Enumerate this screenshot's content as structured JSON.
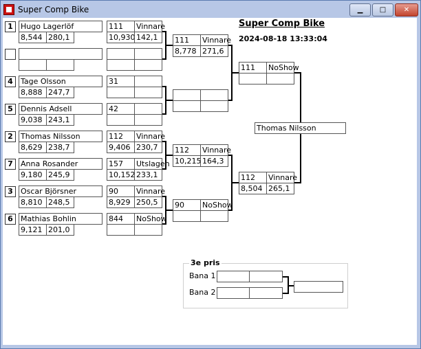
{
  "window": {
    "title": "Super Comp Bike",
    "min_glyph": "▁",
    "max_glyph": "□",
    "close_glyph": "✕"
  },
  "header": {
    "title": "Super Comp Bike",
    "timestamp": "2024-08-18 13:33:04"
  },
  "round1": [
    {
      "seed": "1",
      "name": "Hugo  Lagerlöf",
      "time": "8,544",
      "speed": "280,1"
    },
    {
      "seed": "",
      "name": "",
      "time": "",
      "speed": ""
    },
    {
      "seed": "4",
      "name": "Tage Olsson",
      "time": "8,888",
      "speed": "247,7"
    },
    {
      "seed": "5",
      "name": "Dennis Adsell",
      "time": "9,038",
      "speed": "243,1"
    },
    {
      "seed": "2",
      "name": "Thomas Nilsson",
      "time": "8,629",
      "speed": "238,7"
    },
    {
      "seed": "7",
      "name": "Anna Rosander",
      "time": "9,180",
      "speed": "245,9"
    },
    {
      "seed": "3",
      "name": "Oscar Björsner",
      "time": "8,810",
      "speed": "248,5"
    },
    {
      "seed": "6",
      "name": "Mathias Bohlin",
      "time": "9,121",
      "speed": "201,0"
    }
  ],
  "round2": [
    {
      "num": "111",
      "result": "Vinnare",
      "time": "10,930",
      "speed": "142,1"
    },
    {
      "num": "",
      "result": "",
      "time": "",
      "speed": ""
    },
    {
      "num": "31",
      "result": "",
      "time": "",
      "speed": ""
    },
    {
      "num": "42",
      "result": "",
      "time": "",
      "speed": ""
    },
    {
      "num": "112",
      "result": "Vinnare",
      "time": "9,406",
      "speed": "230,7"
    },
    {
      "num": "157",
      "result": "Utslagen",
      "time": "10,152",
      "speed": "233,1"
    },
    {
      "num": "90",
      "result": "Vinnare",
      "time": "8,929",
      "speed": "250,5"
    },
    {
      "num": "844",
      "result": "NoShow",
      "time": "",
      "speed": ""
    }
  ],
  "round3": [
    {
      "num": "111",
      "result": "Vinnare",
      "time": "8,778",
      "speed": "271,6"
    },
    {
      "num": "",
      "result": "",
      "time": "",
      "speed": ""
    },
    {
      "num": "112",
      "result": "Vinnare",
      "time": "10,215",
      "speed": "164,3"
    },
    {
      "num": "90",
      "result": "NoShow",
      "time": "",
      "speed": ""
    }
  ],
  "round4": [
    {
      "num": "111",
      "result": "NoShow",
      "time": "",
      "speed": ""
    },
    {
      "num": "112",
      "result": "Vinnare",
      "time": "8,504",
      "speed": "265,1"
    }
  ],
  "winner": "Thomas Nilsson",
  "third_place": {
    "legend": "3e pris",
    "lane1_label": "Bana 1",
    "lane2_label": "Bana 2",
    "lane1": {
      "a": "",
      "b": ""
    },
    "lane2": {
      "a": "",
      "b": ""
    },
    "result": ""
  }
}
